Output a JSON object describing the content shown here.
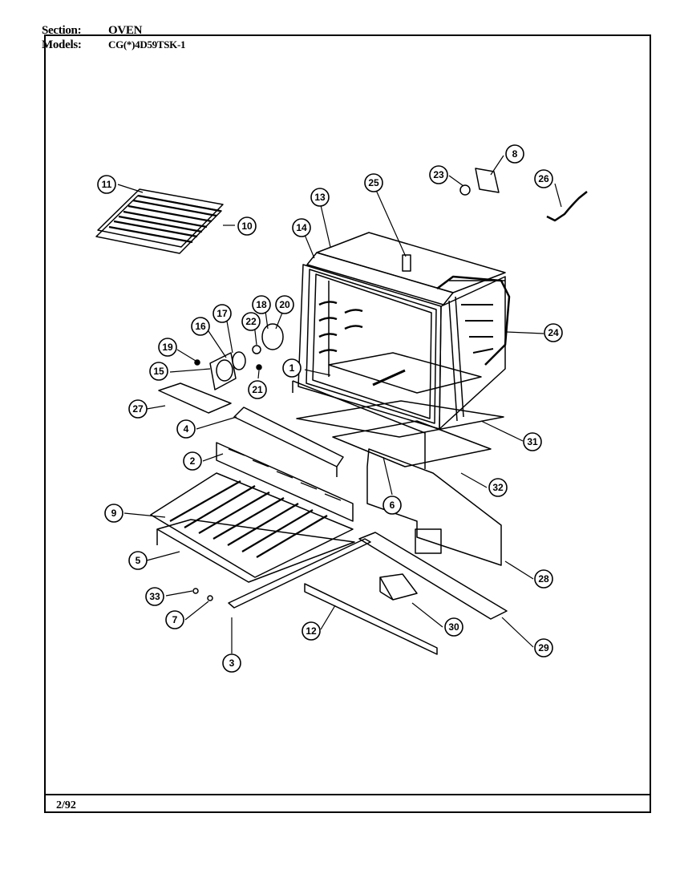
{
  "header": {
    "section_label": "Section:",
    "section_value": "OVEN",
    "models_label": "Models:",
    "models_value": "CG(*)4D59TSK-1"
  },
  "footer": {
    "date": "2/92"
  },
  "parts": [
    "1",
    "2",
    "3",
    "4",
    "5",
    "6",
    "7",
    "8",
    "9",
    "11",
    "12",
    "13",
    "14",
    "15",
    "16",
    "17",
    "18",
    "19",
    "20",
    "21",
    "22",
    "23",
    "24",
    "25",
    "26",
    "27",
    "28",
    "29",
    "30",
    "31",
    "32",
    "33"
  ],
  "callouts": [
    {
      "label": "11"
    },
    {
      "label": "10"
    },
    {
      "label": "13"
    },
    {
      "label": "25"
    },
    {
      "label": "23"
    },
    {
      "label": "8"
    },
    {
      "label": "26"
    },
    {
      "label": "14"
    },
    {
      "label": "18"
    },
    {
      "label": "20"
    },
    {
      "label": "17"
    },
    {
      "label": "22"
    },
    {
      "label": "16"
    },
    {
      "label": "19"
    },
    {
      "label": "15"
    },
    {
      "label": "21"
    },
    {
      "label": "1"
    },
    {
      "label": "24"
    },
    {
      "label": "27"
    },
    {
      "label": "4"
    },
    {
      "label": "31"
    },
    {
      "label": "2"
    },
    {
      "label": "32"
    },
    {
      "label": "6"
    },
    {
      "label": "9"
    },
    {
      "label": "5"
    },
    {
      "label": "28"
    },
    {
      "label": "33"
    },
    {
      "label": "7"
    },
    {
      "label": "30"
    },
    {
      "label": "12"
    },
    {
      "label": "29"
    },
    {
      "label": "3"
    }
  ]
}
